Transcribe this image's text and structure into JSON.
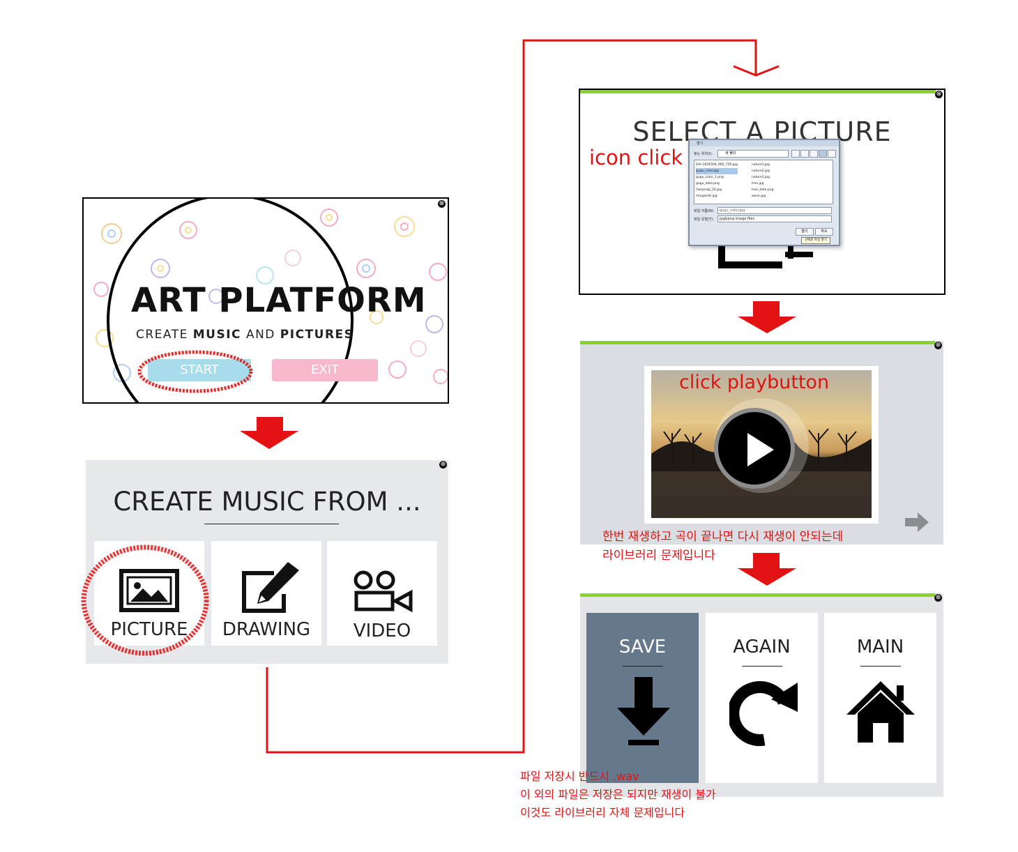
{
  "main_screen": {
    "title": "ART PLATFORM",
    "subtitle_parts": [
      "CREATE ",
      "MUSIC",
      " AND ",
      "PICTURES"
    ],
    "start_label": "START",
    "exit_label": "EXIT",
    "close_symbol": "⊗"
  },
  "create_screen": {
    "title": "CREATE MUSIC FROM ...",
    "options": [
      {
        "label": "PICTURE",
        "icon": "picture-icon"
      },
      {
        "label": "DRAWING",
        "icon": "drawing-icon"
      },
      {
        "label": "VIDEO",
        "icon": "video-icon"
      }
    ],
    "close_symbol": "⊗"
  },
  "select_screen": {
    "title": "SELECT A PICTURE",
    "annotation": "icon click",
    "close_symbol": "⊗",
    "file_dialog": {
      "title": "열기",
      "look_in_label": "찾는 위치(I):",
      "look_in_value": "새 폴더",
      "files_col1": [
        "6sh-1656504_960_720.jpg",
        "gugu_color.jpg",
        "gugu_color_1.png",
        "gugu_data.png",
        "haeyongi_20.jpg",
        "margarite.jpg"
      ],
      "files_col2": [
        "nature1.jpg",
        "nature2.jpg",
        "nature3.jpg",
        "tree.jpg",
        "tree_data.png",
        "wave.jpg"
      ],
      "filename_label": "파일 이름(N):",
      "filename_value": "gugu_color.jpg",
      "filetype_label": "파일 유형(T):",
      "filetype_value": "jpg&png image files",
      "open_button": "열기",
      "cancel_button": "취소",
      "tooltip": "선택된 파일 열기"
    }
  },
  "play_screen": {
    "annotation": "click playbutton",
    "note_lines": [
      "한번 재생하고 곡이 끝나면 다시 재생이 안되는데",
      "라이브러리 문제입니다"
    ],
    "close_symbol": "⊗"
  },
  "result_screen": {
    "options": [
      {
        "label": "SAVE",
        "icon": "download-icon"
      },
      {
        "label": "AGAIN",
        "icon": "redo-icon"
      },
      {
        "label": "MAIN",
        "icon": "home-icon"
      }
    ],
    "close_symbol": "⊗"
  },
  "save_note": {
    "lines": [
      "파일 저장시 반드시 .wav",
      "이 외의 파일은 저장은 되지만 재생이 불가",
      "이것도 라이브러리 자체 문제입니다"
    ]
  },
  "colors": {
    "flow_red": "#e31212",
    "accent_green": "#8bd22a",
    "start_blue": "#a7dceb",
    "exit_pink": "#f7b8cc",
    "panel_gray": "#e6e8eb",
    "save_slate": "#66788c"
  }
}
